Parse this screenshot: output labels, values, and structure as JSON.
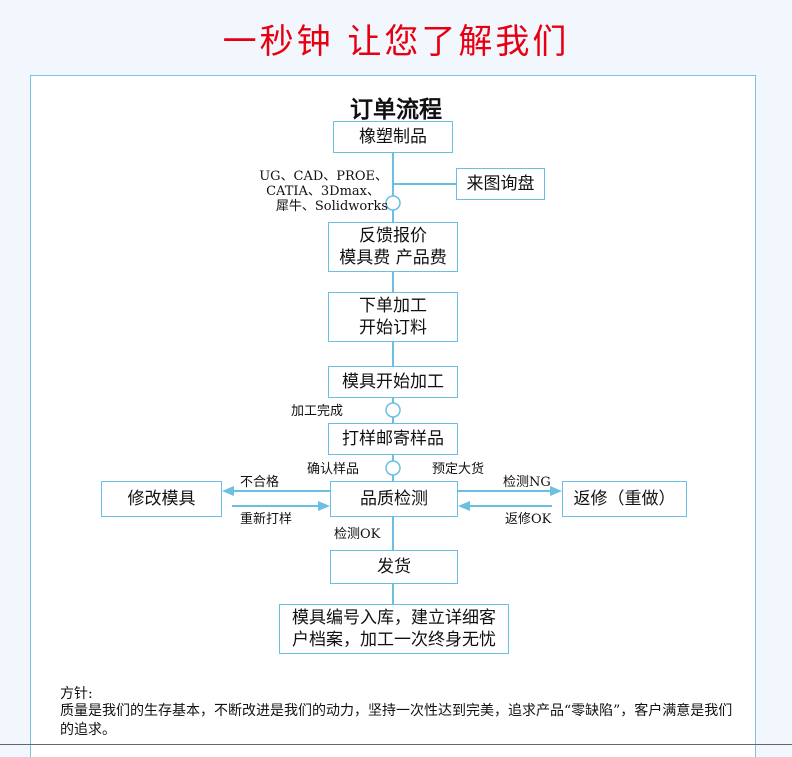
{
  "page_title": "一秒钟 让您了解我们",
  "diagram_title": "订单流程",
  "steps": {
    "s1": "橡塑制品",
    "s2": "来图询盘",
    "s3_l1": "反馈报价",
    "s3_l2": "模具费 产品费",
    "s4_l1": "下单加工",
    "s4_l2": "开始订料",
    "s5": "模具开始加工",
    "s6": "打样邮寄样品",
    "s7": "品质检测",
    "s8": "修改模具",
    "s9": "返修（重做）",
    "s10": "发货",
    "s11_l1": "模具编号入库，建立详细客",
    "s11_l2": "户档案，加工一次终身无忧"
  },
  "labels": {
    "software_l1": "UG、CAD、PROE、",
    "software_l2": "CATIA、3Dmax、",
    "software_l3": "犀牛、Solidworks",
    "processing_done": "加工完成",
    "confirm_sample": "确认样品",
    "book_bulk": "预定大货",
    "unqualified": "不合格",
    "resample": "重新打样",
    "test_ng": "检测NG",
    "rework_ok": "返修OK",
    "test_ok": "检测OK"
  },
  "policy": {
    "heading": "方针:",
    "text": "质量是我们的生存基本，不断改进是我们的动力，坚持一次性达到完美，追求产品“零缺陷”，客户满意是我们的追求。"
  },
  "colors": {
    "title": "#e60012",
    "line": "#6bbfe2"
  }
}
